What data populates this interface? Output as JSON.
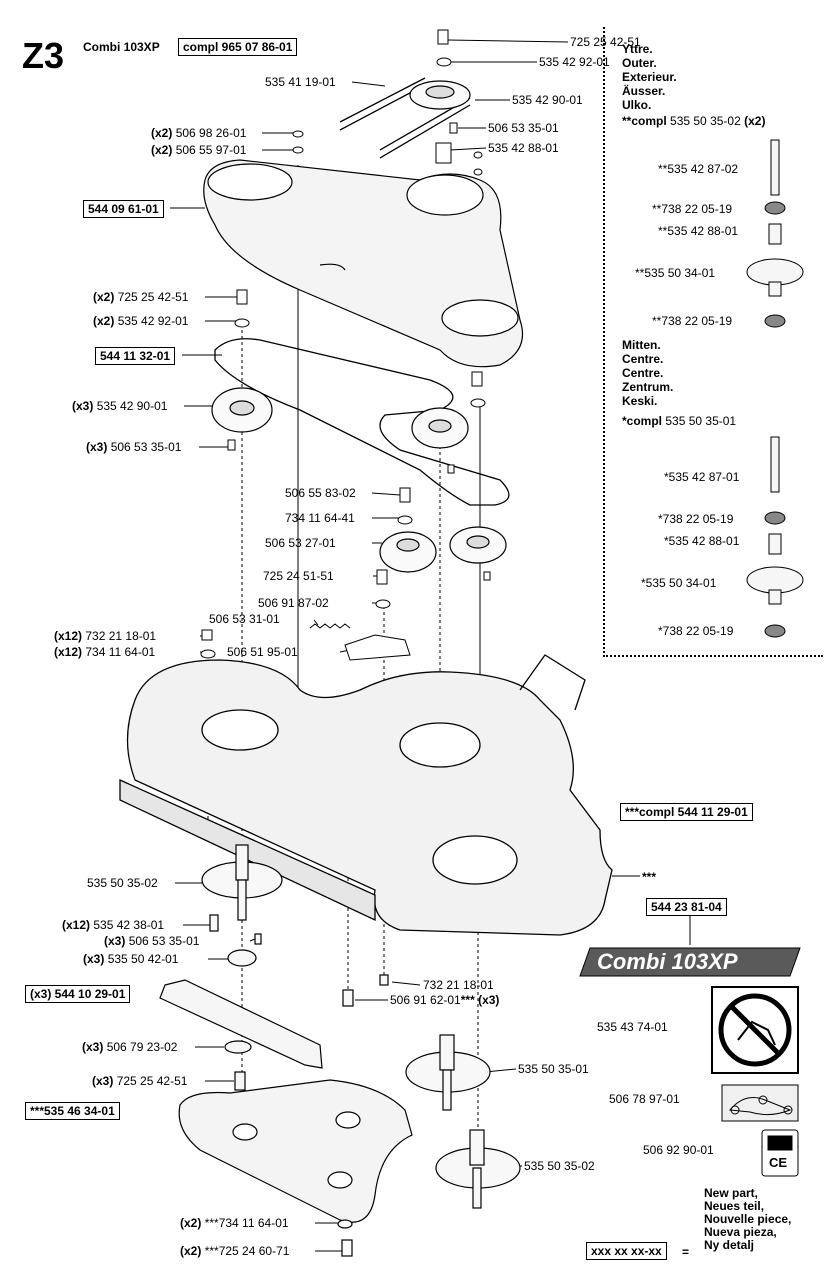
{
  "header": {
    "section": "Z3",
    "model": "Combi 103XP",
    "compl_label": "compl 965 07 86-01"
  },
  "labels": {
    "l01": "725 25 42-51",
    "l02": "535 42 92-01",
    "l03": "535 41 19-01",
    "l04": "535 42 90-01",
    "l05": "506 53 35-01",
    "l06": "535 42 88-01",
    "l07_qty": "(x2)",
    "l07": "506 98 26-01",
    "l08_qty": "(x2)",
    "l08": "506 55 97-01",
    "l09": "544 09 61-01",
    "l10_qty": "(x2)",
    "l10": "725 25 42-51",
    "l11_qty": "(x2)",
    "l11": "535 42 92-01",
    "l12": "544 11 32-01",
    "l13_qty": "(x3)",
    "l13": "535 42 90-01",
    "l14_qty": "(x3)",
    "l14": "506 53 35-01",
    "l15": "506 55 83-02",
    "l16": "734 11 64-41",
    "l17": "506 53 27-01",
    "l18": "725 24 51-51",
    "l19": "506 91 87-02",
    "l20": "506 53 31-01",
    "l21_qty": "(x12)",
    "l21": "732 21 18-01",
    "l22_qty": "(x12)",
    "l22": "734 11 64-01",
    "l23": "506 51 95-01",
    "l24": "***compl 544 11 29-01",
    "l25": "***",
    "l26": "535 50 35-02",
    "l27": "544 23 81-04",
    "l28_qty": "(x12)",
    "l28": "535 42 38-01",
    "l29_qty": "(x3)",
    "l29": "506 53 35-01",
    "l30_qty": "(x3)",
    "l30": "535 50 42-01",
    "l31": "732 21 18-01",
    "l32": "(x3) 544 10 29-01",
    "l33": "506 91 62-01",
    "l33_suffix": "*** (x3)",
    "l34": "535 43 74-01",
    "l35_qty": "(x3)",
    "l35": "506 79 23-02",
    "l36": "535 50 35-01",
    "l37_qty": "(x3)",
    "l37": "725 25 42-51",
    "l38": "506 78 97-01",
    "l39": "***535 46 34-01",
    "l40": "506 92 90-01",
    "l41": "535 50 35-02",
    "l42_qty": "(x2)",
    "l42": "***734 11 64-01",
    "l43_qty": "(x2)",
    "l43": "***725 24 60-71"
  },
  "decal": {
    "text": "Combi 103XP"
  },
  "legend": {
    "outer_heading": [
      "Yttre.",
      "Outer.",
      "Exterieur.",
      "Äusser.",
      "Ulko."
    ],
    "outer_compl_prefix": "**compl",
    "outer_compl": "535 50 35-02",
    "outer_compl_qty": "(x2)",
    "outer_parts": [
      "**535 42 87-02",
      "**738 22 05-19",
      "**535 42 88-01",
      "**535 50 34-01",
      "**738 22 05-19"
    ],
    "centre_heading": [
      "Mitten.",
      "Centre.",
      "Centre.",
      "Zentrum.",
      "Keski."
    ],
    "centre_compl_prefix": "*compl",
    "centre_compl": "535 50 35-01",
    "centre_parts": [
      "*535 42 87-01",
      "*738 22 05-19",
      "*535 42 88-01",
      "*535 50 34-01",
      "*738 22 05-19"
    ]
  },
  "footer": {
    "new_part": [
      "New part,",
      "Neues teil,",
      "Nouvelle piece,",
      "Nueva pieza,",
      "Ny detalj"
    ],
    "placeholder": "xxx xx xx-xx",
    "equals": "="
  },
  "colors": {
    "ink": "#000000",
    "deck_fill": "#f2f2f2",
    "shade": "#cccccc",
    "decal_fill": "#5a5a5a"
  }
}
